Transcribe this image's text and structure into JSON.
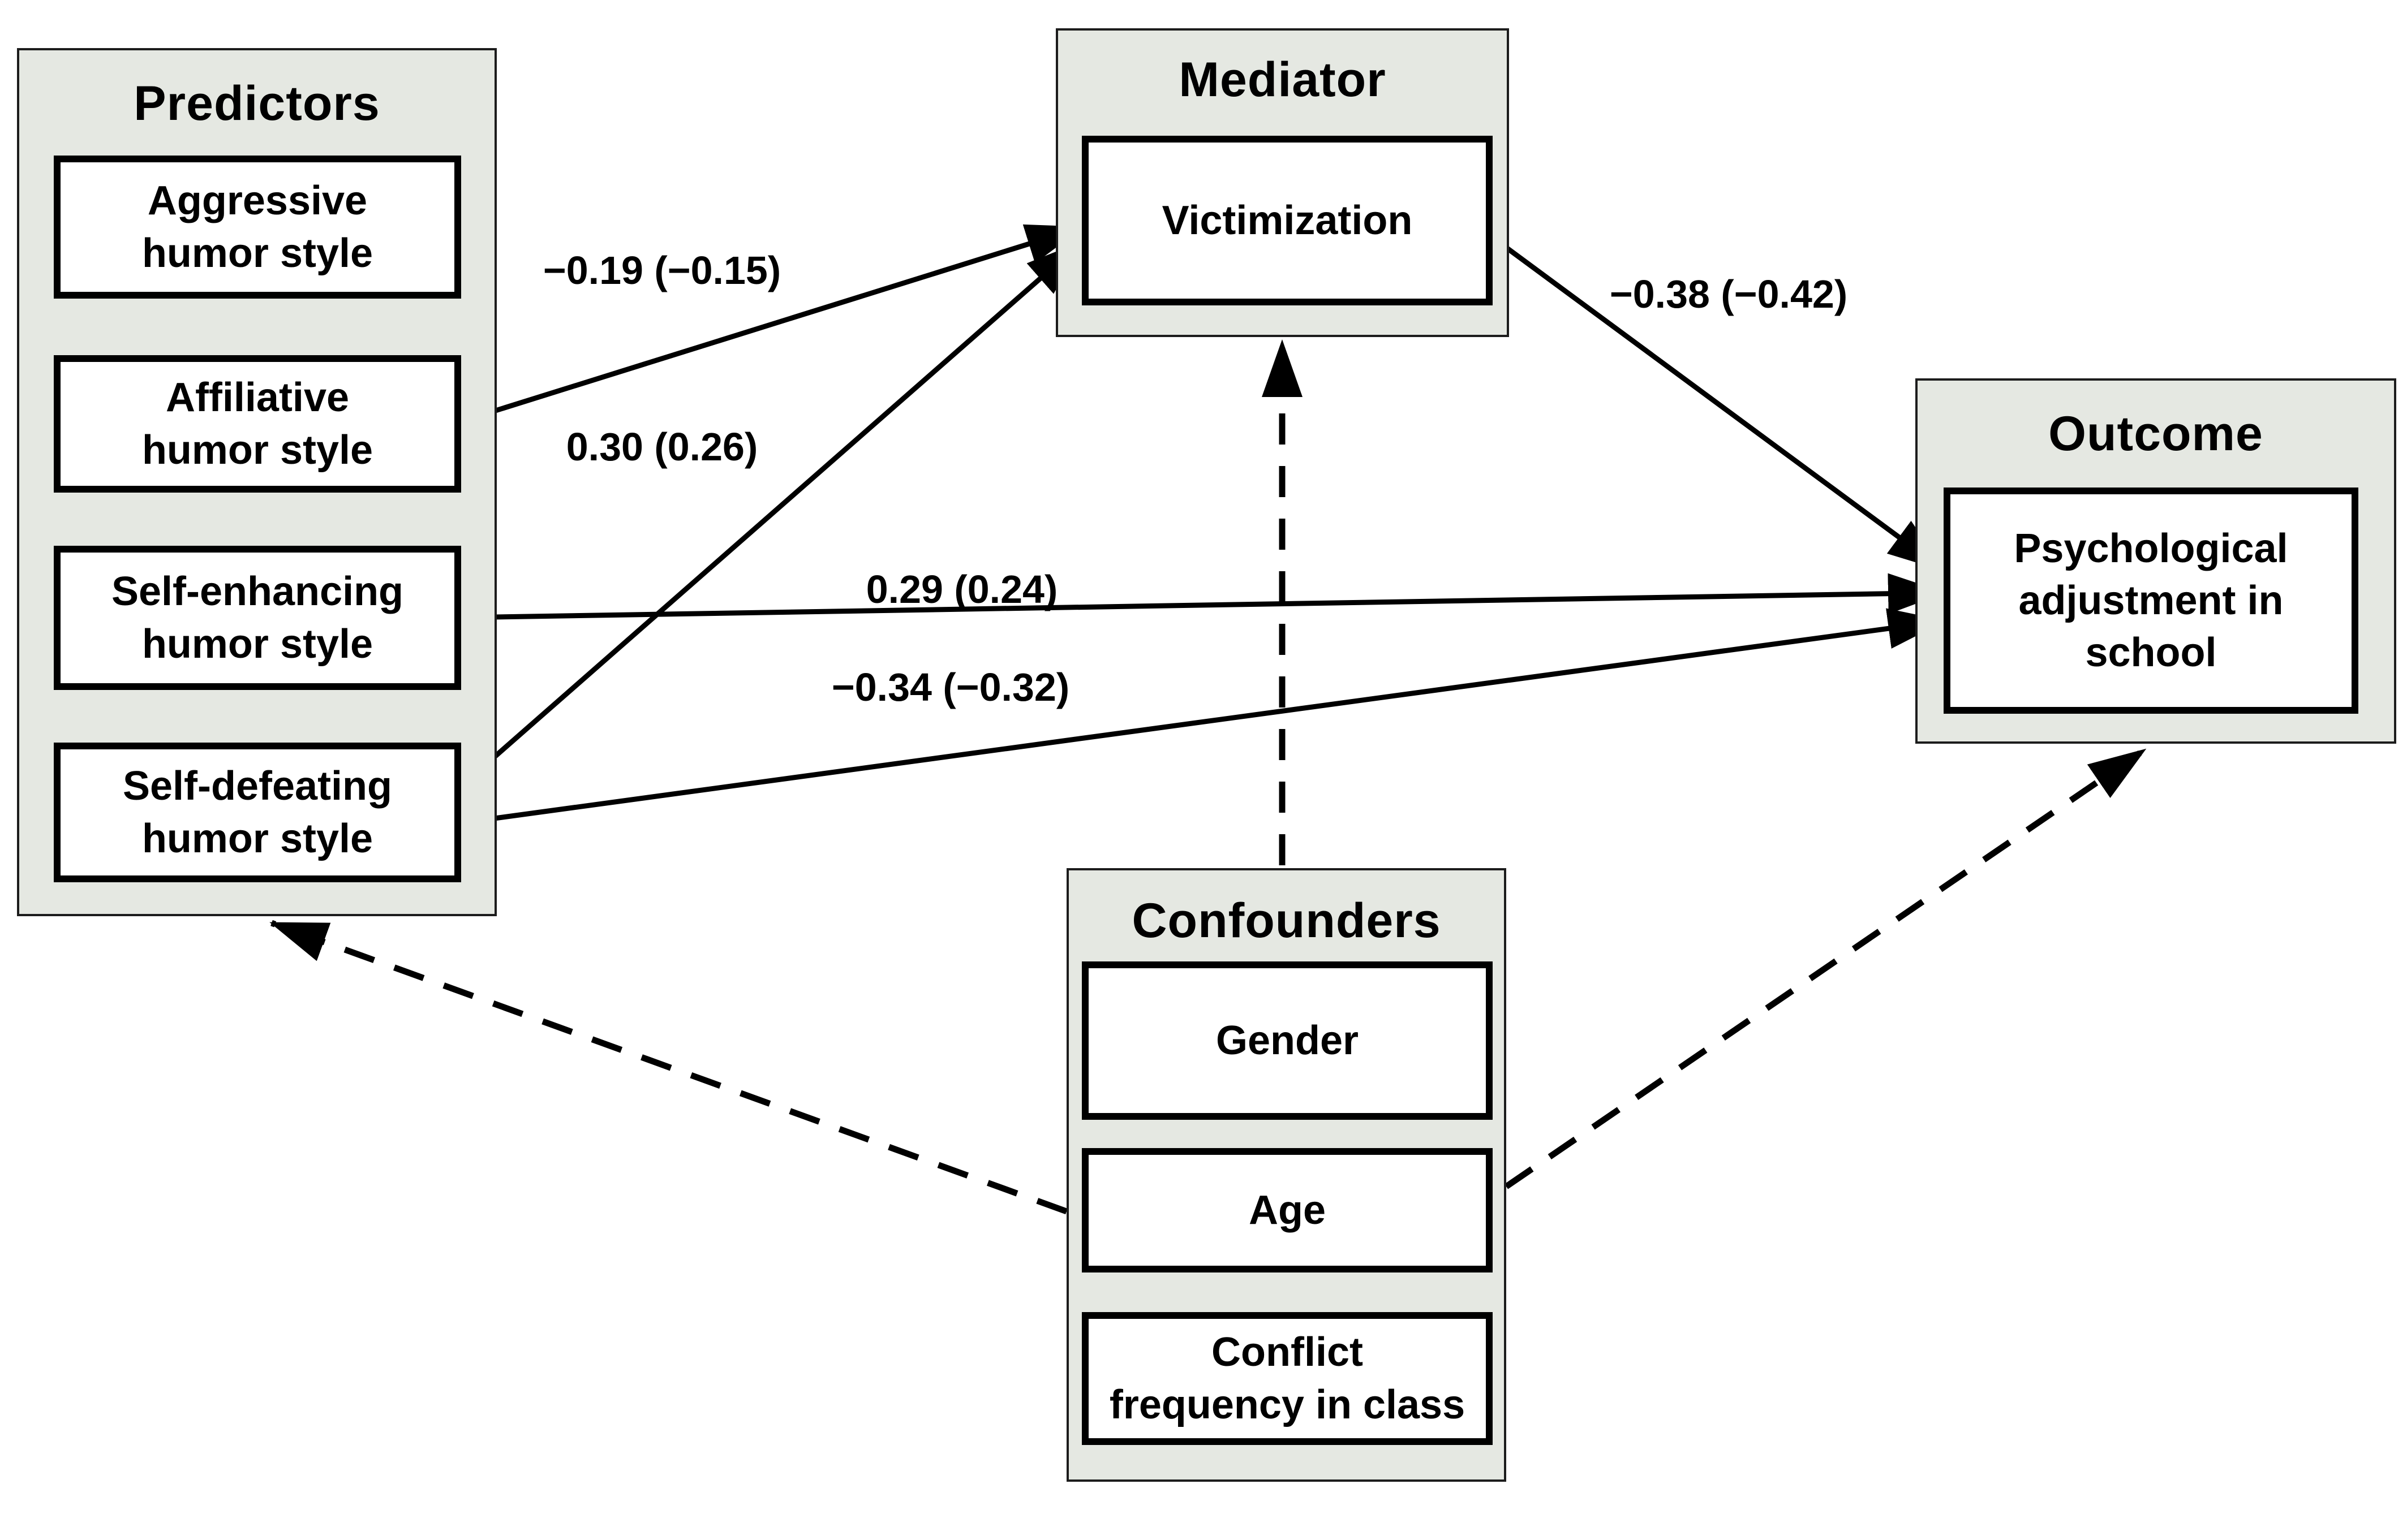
{
  "figure": {
    "groups": {
      "predictors": {
        "title": "Predictors",
        "items": [
          {
            "label": "Aggressive\nhumor style"
          },
          {
            "label": "Affiliative\nhumor style"
          },
          {
            "label": "Self-enhancing\nhumor style"
          },
          {
            "label": "Self-defeating\nhumor style"
          }
        ]
      },
      "mediator": {
        "title": "Mediator",
        "items": [
          {
            "label": "Victimization"
          }
        ]
      },
      "outcome": {
        "title": "Outcome",
        "items": [
          {
            "label": "Psychological\nadjustment in\nschool"
          }
        ]
      },
      "confounders": {
        "title": "Confounders",
        "items": [
          {
            "label": "Gender"
          },
          {
            "label": "Age"
          },
          {
            "label": "Conflict\nfrequency in class"
          }
        ]
      }
    },
    "paths": [
      {
        "from": "Affiliative humor style",
        "to": "Victimization",
        "label": "−0.19 (−0.15)",
        "style": "solid"
      },
      {
        "from": "Self-defeating humor style",
        "to": "Victimization",
        "label": "0.30 (0.26)",
        "style": "solid"
      },
      {
        "from": "Self-enhancing humor style",
        "to": "Psychological adjustment in school",
        "label": "0.29 (0.24)",
        "style": "solid"
      },
      {
        "from": "Self-defeating humor style",
        "to": "Psychological adjustment in school",
        "label": "−0.34 (−0.32)",
        "style": "solid"
      },
      {
        "from": "Victimization",
        "to": "Psychological adjustment in school",
        "label": "−0.38 (−0.42)",
        "style": "solid"
      },
      {
        "from": "Confounders",
        "to": "Predictors",
        "label": "",
        "style": "dashed"
      },
      {
        "from": "Confounders",
        "to": "Victimization",
        "label": "",
        "style": "dashed"
      },
      {
        "from": "Confounders",
        "to": "Psychological adjustment in school",
        "label": "",
        "style": "dashed"
      }
    ],
    "colors": {
      "group_fill": "#e5e8e2",
      "group_border": "#1c1c1c",
      "item_fill": "#ffffff",
      "item_border": "#000000",
      "line": "#000000",
      "text": "#000000"
    }
  }
}
